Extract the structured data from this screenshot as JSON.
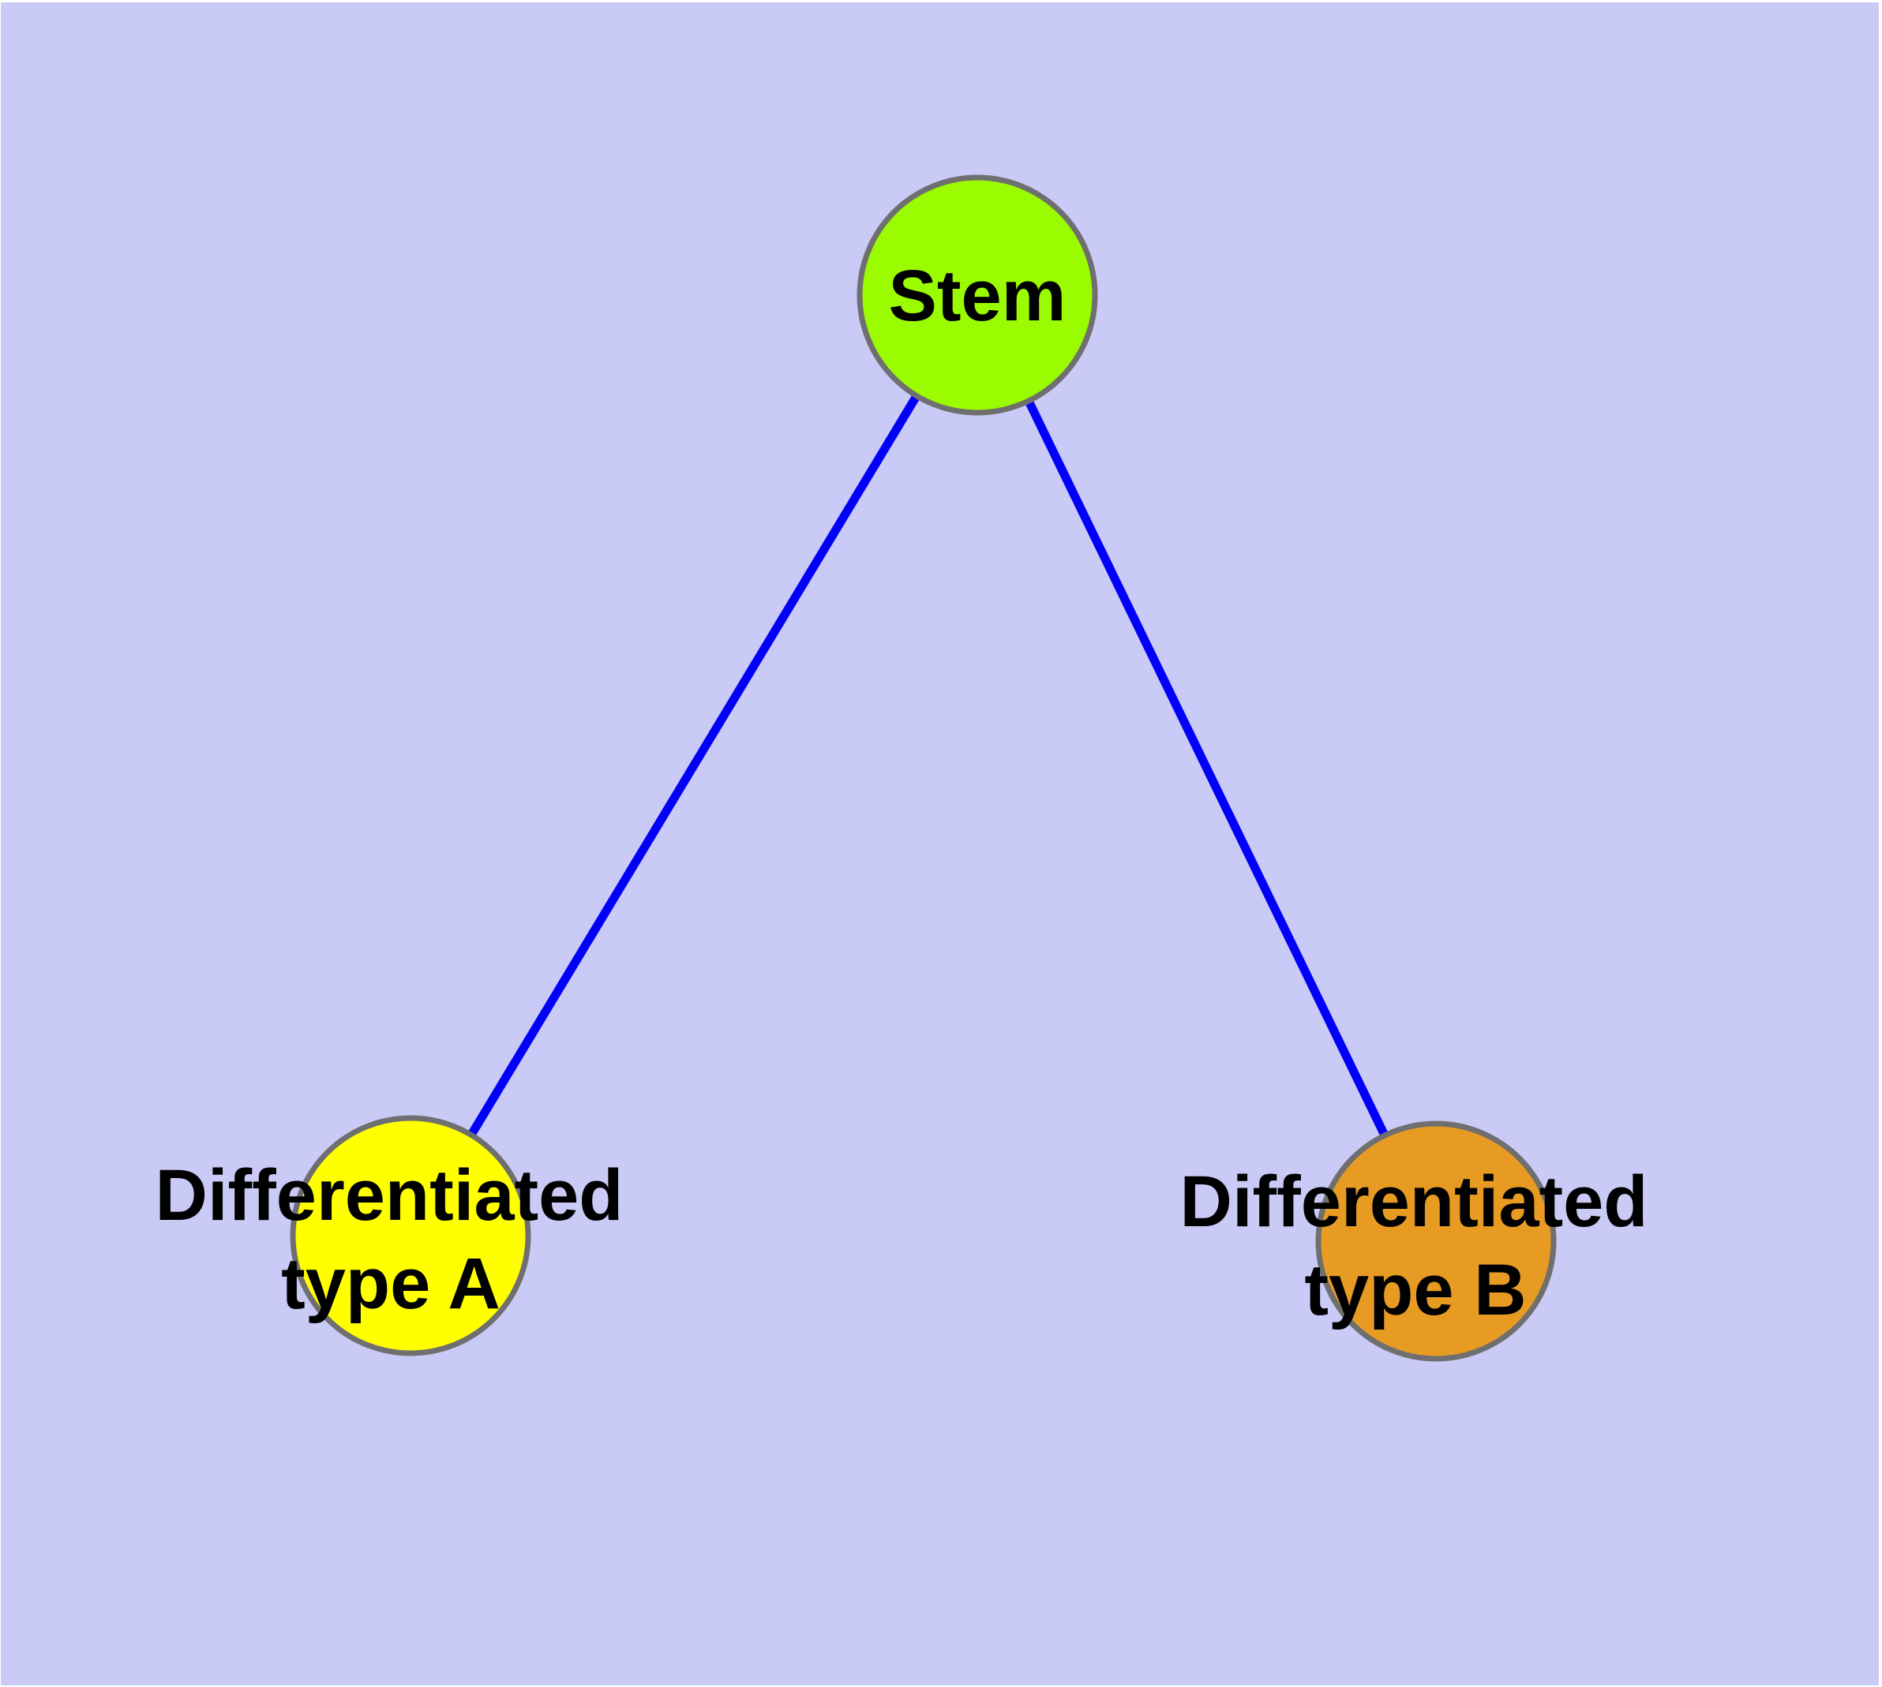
{
  "diagram": {
    "background_color": "#cacaf6",
    "frame_color": "#ffffff",
    "edge_color": "#0000fa",
    "node_border_color": "#6f6f6f",
    "label_color": "#000000",
    "nodes": [
      {
        "id": "stem",
        "label": "Stem",
        "lines": [
          "Stem"
        ],
        "fill": "#9bfb00"
      },
      {
        "id": "differentiated-type-a",
        "label": "Differentiated type A",
        "lines": [
          "Differentiated",
          "type A"
        ],
        "fill": "#ffff00"
      },
      {
        "id": "differentiated-type-b",
        "label": "Differentiated type B",
        "lines": [
          "Differentiated",
          "type B"
        ],
        "fill": "#e89b22"
      }
    ],
    "edges": [
      {
        "from": "Stem",
        "to": "Differentiated type A"
      },
      {
        "from": "Stem",
        "to": "Differentiated type B"
      }
    ]
  }
}
